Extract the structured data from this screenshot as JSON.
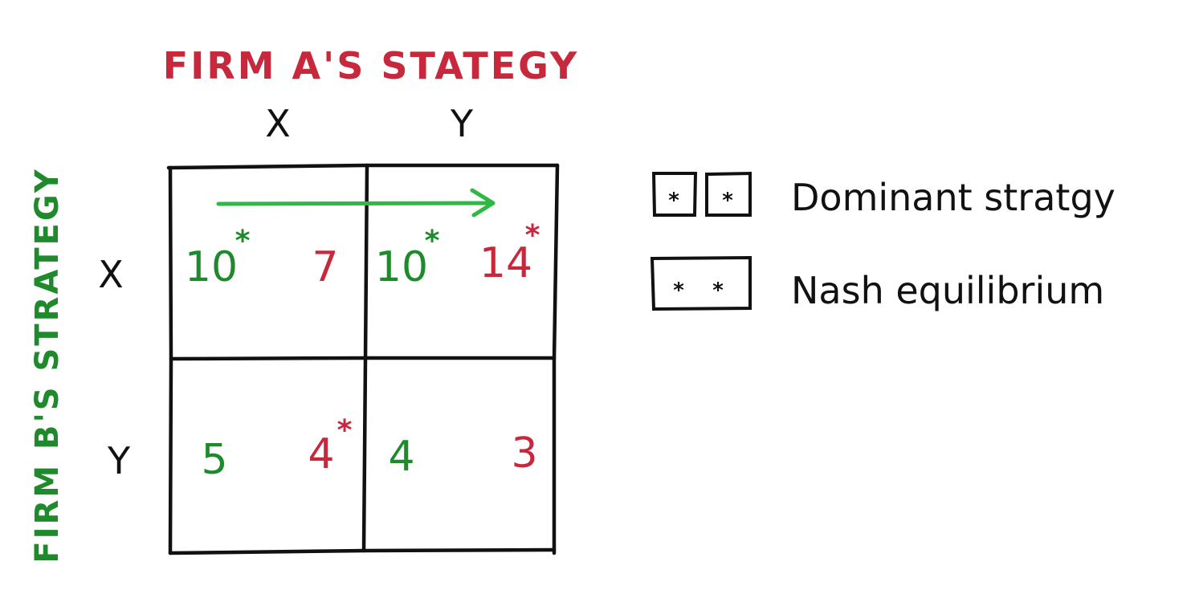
{
  "colors": {
    "ink": "#111111",
    "firm_a": "#c8283c",
    "firm_b": "#1f8a2c",
    "arrow": "#2fb844"
  },
  "diagram": {
    "firm_a_title": "FIRM A'S STATEGY",
    "firm_b_title": "FIRM B'S STRATEGY",
    "columns": [
      "X",
      "Y"
    ],
    "rows": [
      "X",
      "Y"
    ],
    "cells": [
      [
        {
          "b": "10",
          "b_star": "*",
          "a": "7",
          "a_star": ""
        },
        {
          "b": "10",
          "b_star": "*",
          "a": "14",
          "a_star": "*"
        }
      ],
      [
        {
          "b": "5",
          "b_star": "",
          "a": "4",
          "a_star": "*"
        },
        {
          "b": "4",
          "b_star": "",
          "a": "3",
          "a_star": ""
        }
      ]
    ],
    "star_symbol": "*"
  },
  "legend": {
    "dominant_label": "Dominant stratgy",
    "nash_label": "Nash equilibrium",
    "dominant_icon": "single-starred-box-icon",
    "nash_icon": "double-starred-box-icon"
  }
}
